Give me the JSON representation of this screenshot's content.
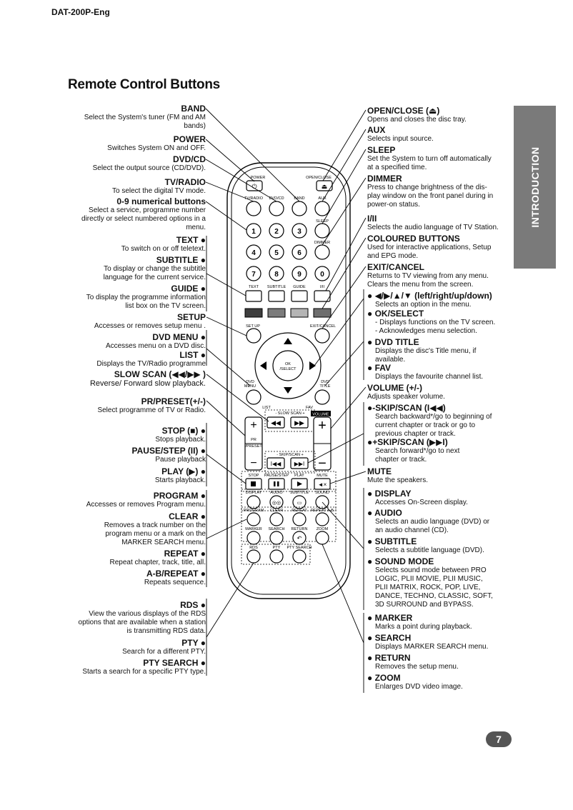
{
  "header": {
    "doc_code": "DAT-200P-Eng",
    "title": "Remote Control Buttons",
    "side_tab": "INTRODUCTION",
    "page_number": "7"
  },
  "left": [
    {
      "title": "BAND",
      "desc": [
        "Select the System's tuner (FM and AM",
        "bands)"
      ]
    },
    {
      "title": "POWER",
      "desc": [
        "Switches System ON and OFF."
      ]
    },
    {
      "title": "DVD/CD",
      "desc": [
        "Select the output source (CD/DVD)."
      ]
    },
    {
      "title": "TV/RADIO",
      "desc": [
        "To select the digital TV mode."
      ]
    },
    {
      "title": "0-9 numerical buttons",
      "desc": [
        "Select a service, programme number",
        "directly or select numbered options in a",
        "menu."
      ]
    },
    {
      "title": "TEXT ●",
      "desc": [
        "To switch on or off teletext."
      ]
    },
    {
      "title": "SUBTITLE ●",
      "desc": [
        "To display or change the subtitle",
        "language for the current service."
      ]
    },
    {
      "title": "GUIDE ●",
      "desc": [
        "To display the programme information",
        "list box on the TV screen."
      ]
    },
    {
      "title": "SETUP",
      "desc": [
        "Accesses or removes setup menu ."
      ]
    },
    {
      "title": "DVD MENU ●",
      "desc": [
        "Accesses menu on a DVD disc."
      ]
    },
    {
      "title": "LIST ●",
      "desc": [
        "Displays the TV/Radio programme"
      ]
    },
    {
      "title": "SLOW SCAN (◀◀/▶▶ )",
      "desc": [
        "Reverse/ Forward slow playback."
      ]
    },
    {
      "title": "PR/PRESET(+/-)",
      "desc": [
        "Select programme of TV or Radio."
      ]
    },
    {
      "title": "STOP (■) ●",
      "desc": [
        "Stops playback."
      ]
    },
    {
      "title": "PAUSE/STEP (II) ●",
      "desc": [
        "Pause playback"
      ]
    },
    {
      "title": "PLAY (▶) ●",
      "desc": [
        "Starts playback."
      ]
    },
    {
      "title": "PROGRAM ●",
      "desc": [
        "Accesses or removes Program menu."
      ]
    },
    {
      "title": "CLEAR ●",
      "desc": [
        "Removes a track number on the",
        "program menu or a mark on the",
        "MARKER SEARCH menu."
      ]
    },
    {
      "title": "REPEAT ●",
      "desc": [
        "Repeat chapter, track, title, all."
      ]
    },
    {
      "title": "A-B/REPEAT ●",
      "desc": [
        "Repeats sequence."
      ]
    },
    {
      "title": "RDS ●",
      "desc": [
        "View the various displays of the RDS",
        "options that are available when a station",
        "is transmitting RDS data."
      ]
    },
    {
      "title": "PTY ●",
      "desc": [
        "Search for a different PTY."
      ]
    },
    {
      "title": "PTY SEARCH ●",
      "desc": [
        "Starts a search for a specific PTY type."
      ]
    }
  ],
  "right": [
    {
      "title": "OPEN/CLOSE (⏏)",
      "desc": [
        "Opens and closes the disc tray."
      ]
    },
    {
      "title": "AUX",
      "desc": [
        "Selects input source."
      ]
    },
    {
      "title": "SLEEP",
      "desc": [
        "Set the System to turn off automatically",
        "at a specified time."
      ]
    },
    {
      "title": "DIMMER",
      "desc": [
        "Press to change  brightness of the dis-",
        "play window on the front panel during in",
        "power-on status."
      ]
    },
    {
      "title": "I/II",
      "desc": [
        "Selects the audio language of TV Station."
      ]
    },
    {
      "title": "COLOURED BUTTONS",
      "desc": [
        "Used for interactive applications, Setup",
        "and EPG mode."
      ]
    },
    {
      "title": "EXIT/CANCEL",
      "desc": [
        "Returns to TV viewing from any menu.",
        "Clears the menu from the screen."
      ]
    },
    {
      "title": "● ◀/▶/▲/▼ (left/right/up/down)",
      "desc": [
        "Selects an option in the menu."
      ]
    },
    {
      "title": "● OK/SELECT",
      "desc": [
        "- Displays functions on the TV screen.",
        "- Acknowledges menu selection."
      ]
    },
    {
      "title": "● DVD TITLE",
      "desc": [
        "Displays the disc's Title menu, if",
        "available."
      ]
    },
    {
      "title": "● FAV",
      "desc": [
        "Displays the favourite channel list."
      ]
    },
    {
      "title": "VOLUME (+/-)",
      "desc": [
        "Adjusts speaker volume."
      ]
    },
    {
      "title": "●-SKIP/SCAN (I◀◀)",
      "desc": [
        "Search backward*/go to beginning of",
        "current chapter or track or go to",
        "previous chapter or track."
      ]
    },
    {
      "title": "●+SKIP/SCAN (▶▶I)",
      "desc": [
        "Search forward*/go to next",
        "chapter or track."
      ]
    },
    {
      "title": "MUTE",
      "desc": [
        "Mute the speakers."
      ]
    },
    {
      "title": "● DISPLAY",
      "desc": [
        "Accesses On-Screen display."
      ]
    },
    {
      "title": "● AUDIO",
      "desc": [
        "Selects an audio language (DVD) or",
        "an audio channel (CD)."
      ]
    },
    {
      "title": "● SUBTITLE",
      "desc": [
        "Selects a subtitle language (DVD)."
      ]
    },
    {
      "title": "● SOUND MODE",
      "desc": [
        "Selects sound mode between PRO",
        "LOGIC, PLII MOVIE, PLII MUSIC,",
        "PLII MATRIX, ROCK, POP, LIVE,",
        "DANCE, TECHNO, CLASSIC, SOFT,",
        "3D SURROUND and BYPASS."
      ]
    },
    {
      "title": "● MARKER",
      "desc": [
        "Marks a point during playback."
      ]
    },
    {
      "title": "● SEARCH",
      "desc": [
        "Displays MARKER SEARCH menu."
      ]
    },
    {
      "title": "● RETURN",
      "desc": [
        "Removes the setup menu."
      ]
    },
    {
      "title": "● ZOOM",
      "desc": [
        "Enlarges DVD video image."
      ]
    }
  ],
  "remote": {
    "power": "POWER",
    "open_close": "OPEN/CLOSE",
    "tv_radio": "TV/RADIO",
    "dvd_cd": "DVD/CD",
    "band": "BAND",
    "aux": "AUX",
    "sleep": "SLEEP",
    "dimmer": "DIMMER",
    "digits": [
      "1",
      "2",
      "3",
      "4",
      "5",
      "6",
      "7",
      "8",
      "9",
      "0"
    ],
    "text": "TEXT",
    "subtitle": "SUBTITLE",
    "guide": "GUIDE",
    "i_ii": "I/II",
    "setup": "SET UP",
    "exit_cancel": "EXIT/CANCEL",
    "ok": "OK",
    "select": "/SELECT",
    "dvd_menu_1": "DVD",
    "dvd_menu_2": "MENU",
    "dvd_title_1": "DVD",
    "dvd_title_2": "TITLE",
    "list": "LIST",
    "fav": "FAV",
    "slow_scan": "- SLOW SCAN +",
    "volume": "VOLUME",
    "pr_preset_1": "PR",
    "pr_preset_2": "/PRESET",
    "skip_scan": "- SKIP/SCAN +",
    "stop": "STOP",
    "pause_step": "PAUSE/STEP",
    "play": "PLAY",
    "mute": "MUTE",
    "display": "DISPLAY",
    "audio": "AUDIO",
    "subtitle2": "SUBTITLE",
    "sound": "SOUND",
    "program": "PROGRAM",
    "clear": "CLEAR",
    "repeat": "REPEAT",
    "repeat_ab": "REPEAT A-B",
    "marker": "MARKER",
    "search": "SEARCH",
    "return": "RETURN",
    "zoom": "ZOOM",
    "rds": "RDS",
    "pty": "PTY",
    "pty_search": "PTY SEARCH"
  }
}
